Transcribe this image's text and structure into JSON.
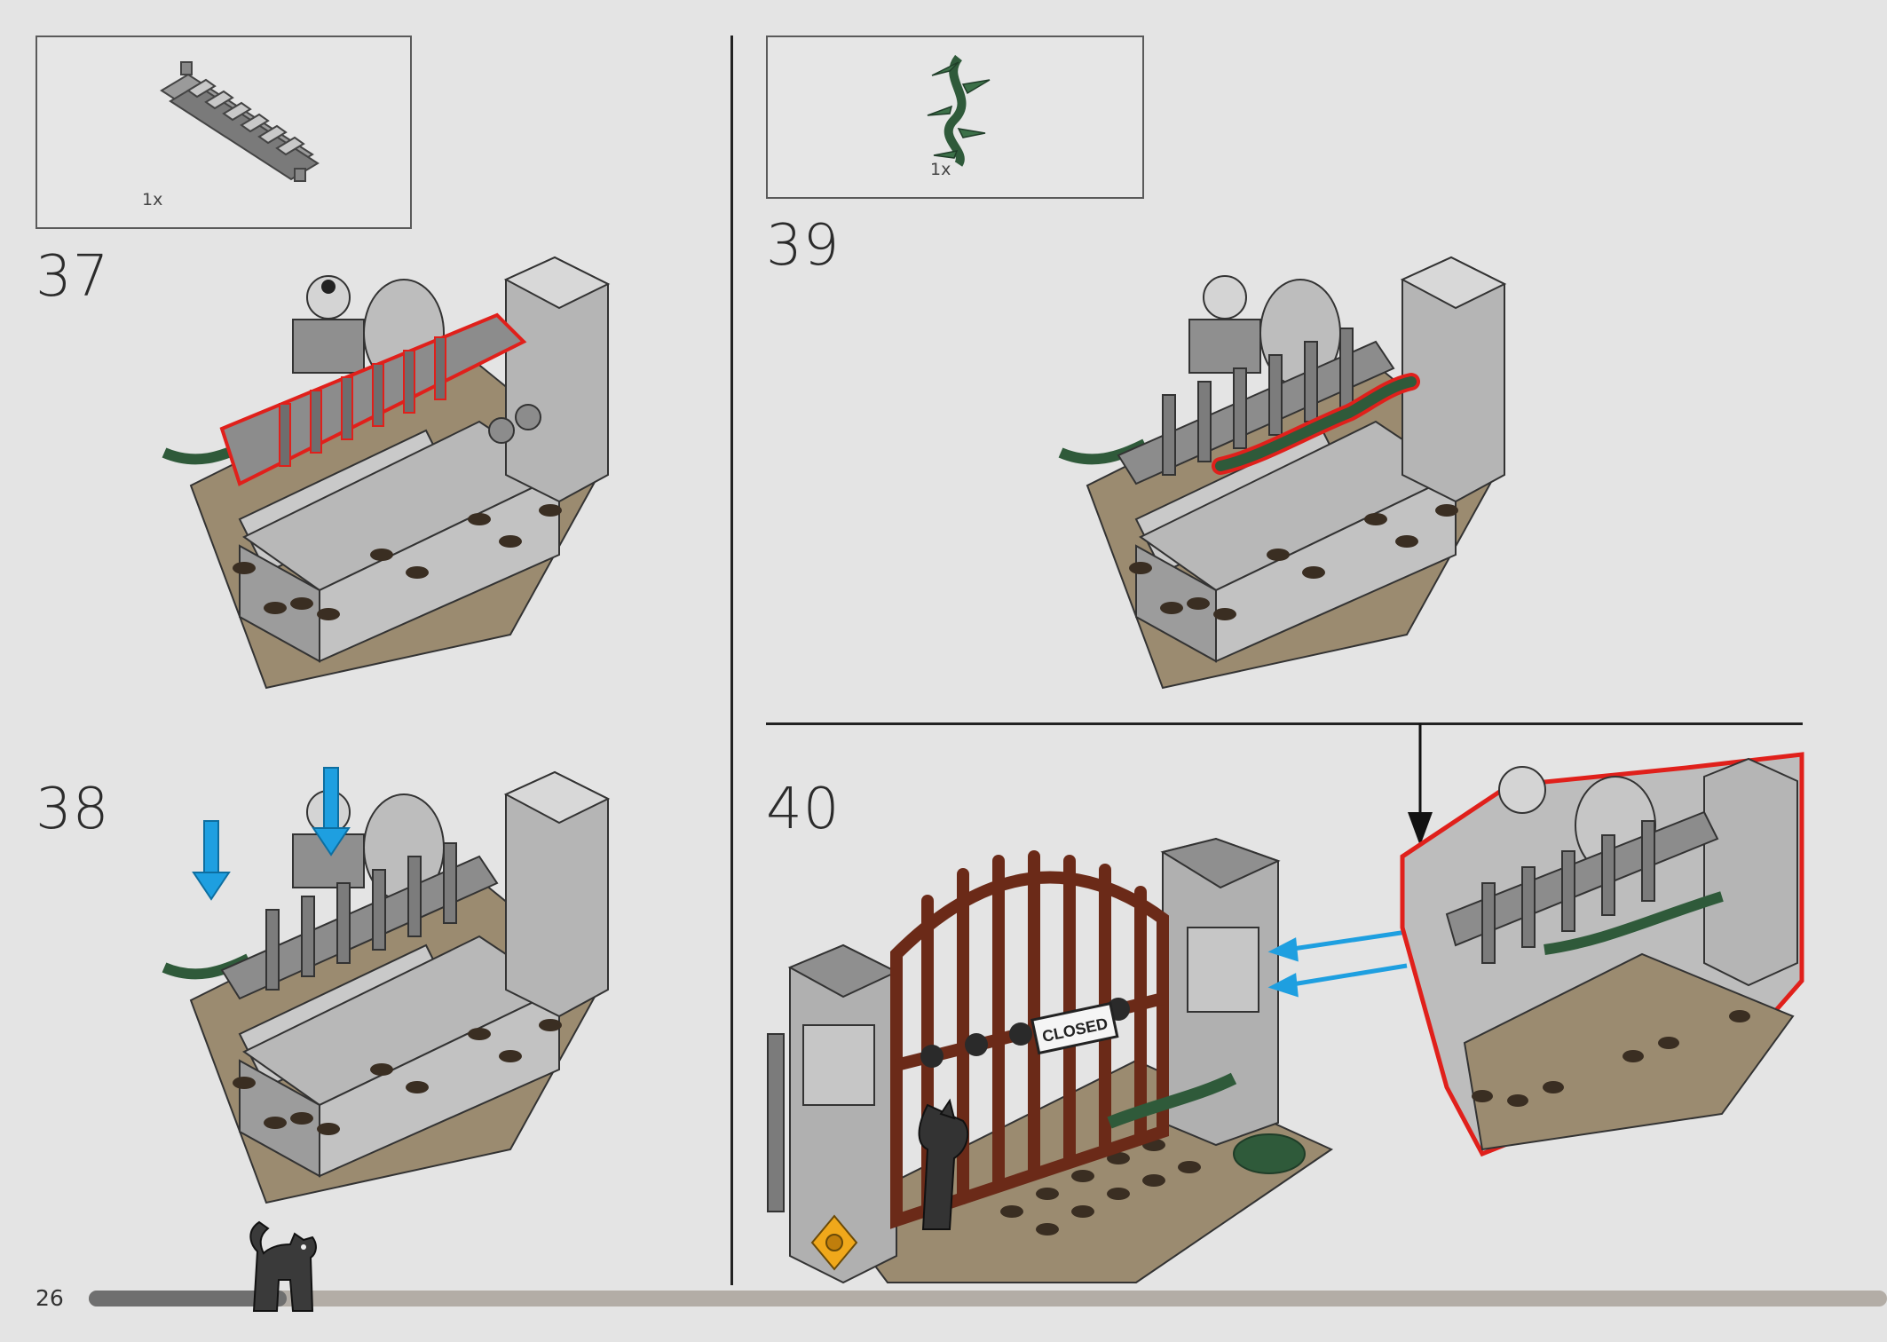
{
  "page": {
    "number": "26",
    "progress_fraction": 0.11
  },
  "steps": [
    {
      "number": "37",
      "part_quantity": "1x"
    },
    {
      "number": "38"
    },
    {
      "number": "39",
      "part_quantity": "1x"
    },
    {
      "number": "40",
      "sign_text": "CLOSED"
    }
  ],
  "colors": {
    "background": "#e4e4e4",
    "highlight_outline": "#e0201b",
    "arrow_blue": "#1e9fe0",
    "stone_grey": "#a9a9a9",
    "dark_grey": "#6b6b6b",
    "tan_base": "#9b8b70",
    "vine_green": "#2f5a3a",
    "gate_brown": "#6b2a18",
    "flower_yellow": "#f0a81b"
  },
  "icons": [
    "ladder-part-icon",
    "vine-part-icon",
    "black-cat-icon",
    "skull-icon"
  ]
}
